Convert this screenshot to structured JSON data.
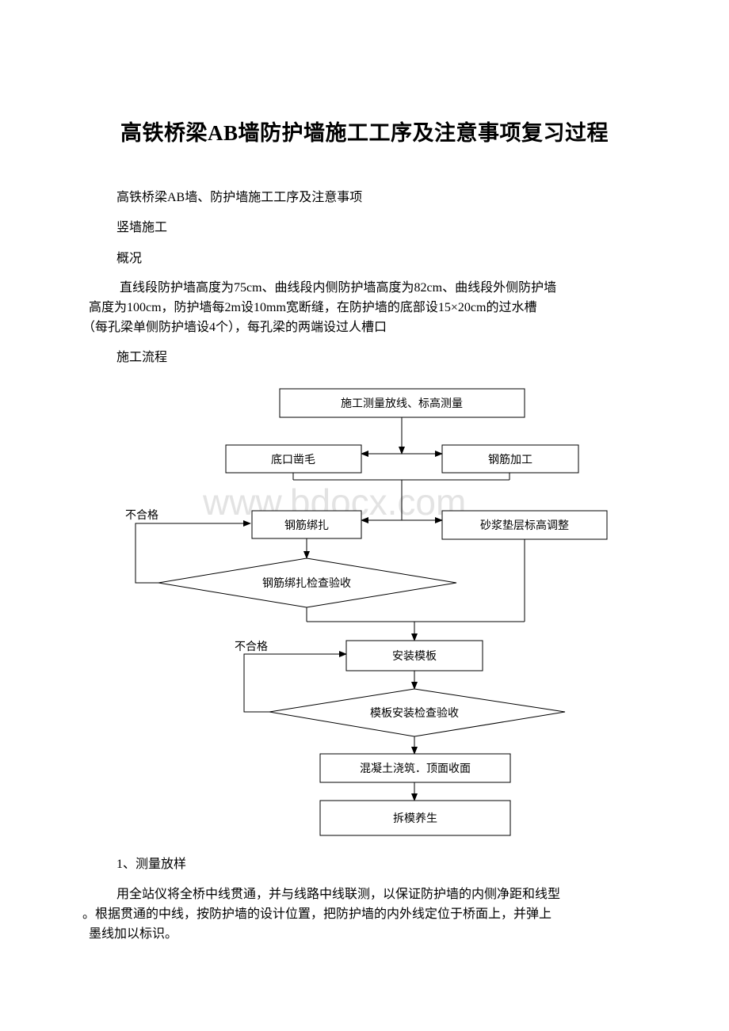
{
  "document": {
    "title": "高铁桥梁AB墙防护墙施工工序及注意事项复习过程",
    "subtitle": "高铁桥梁AB墙、防护墙施工工序及注意事项",
    "section_vertical_wall": "竖墙施工",
    "section_overview": "概况",
    "overview_line1": "直线段防护墙高度为75cm、曲线段内侧防护墙高度为82cm、曲线段外侧防护墙",
    "overview_line2": "高度为100cm，防护墙每2m设10mm宽断缝，在防护墙的底部设15×20cm的过水槽",
    "overview_line3": "（每孔梁单侧防护墙设4个），每孔梁的两端设过人槽口",
    "section_process": "施工流程",
    "section_survey": "1、测量放样",
    "survey_line1": "用全站仪将全桥中线贯通，并与线路中线联测，以保证防护墙的内侧净距和线型",
    "survey_line2": "。根据贯通的中线，按防护墙的设计位置，把防护墙的内外线定位于桥面上，并弹上",
    "survey_line3": "墨线加以标识。"
  },
  "flowchart": {
    "step_survey": "施工测量放线、标高测量",
    "step_chiseling": "底口凿毛",
    "step_rebar_processing": "钢筋加工",
    "step_rebar_binding": "钢筋绑扎",
    "step_mortar_leveling": "砂浆垫层标高调整",
    "step_rebar_inspection": "钢筋绑扎检查验收",
    "step_install_formwork": "安装模板",
    "step_formwork_inspection": "模板安装检查验收",
    "step_concrete": "混凝土浇筑．顶面收面",
    "step_demold_cure": "拆模养生",
    "label_fail_1": "不合格",
    "label_fail_2": "不合格"
  },
  "watermark": "www.bdocx.com"
}
